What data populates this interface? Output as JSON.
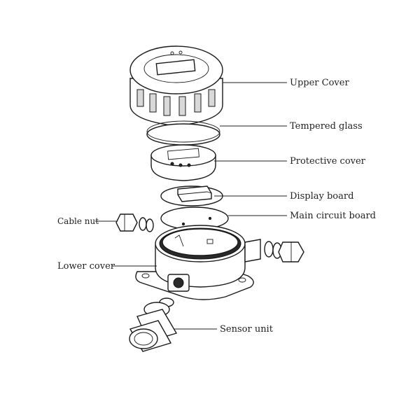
{
  "labels": {
    "upper_cover": "Upper Cover",
    "tempered_glass": "Tempered glass",
    "protective_cover": "Protective cover",
    "display_board": "Display board",
    "main_circuit_board": "Main circuit board",
    "cable_nut": "Cable nut",
    "lower_cover": "Lower cover",
    "sensor_unit": "Sensor unit"
  }
}
